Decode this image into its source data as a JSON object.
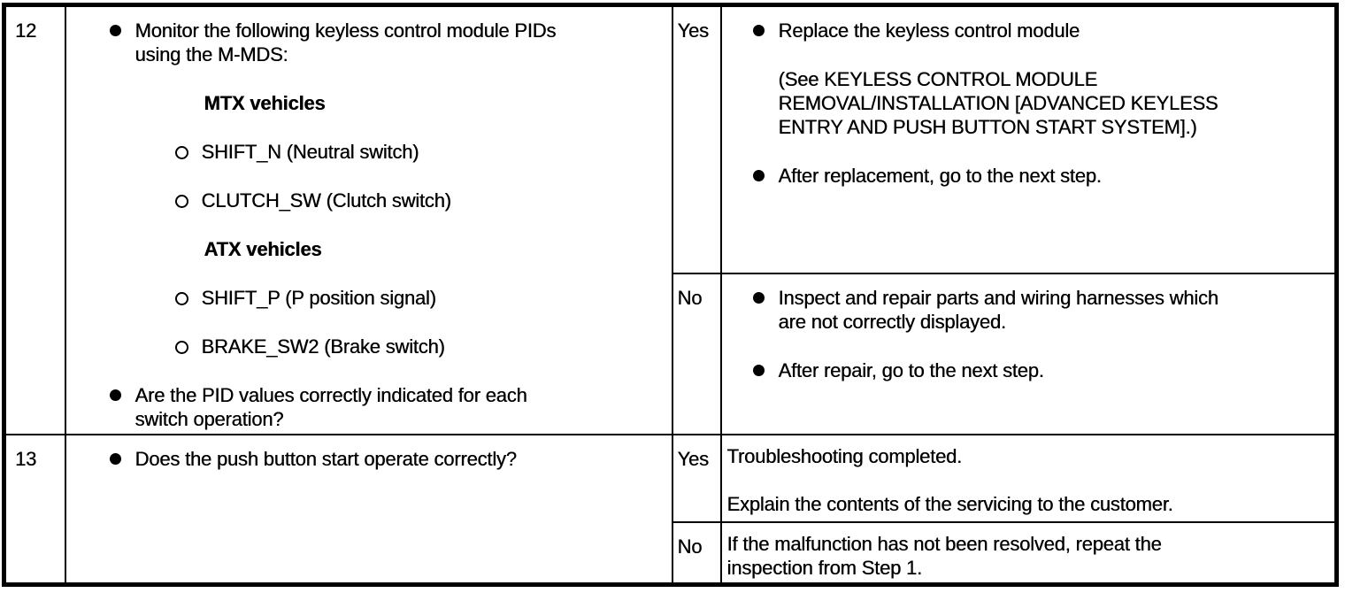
{
  "document": {
    "kind": "troubleshooting-table",
    "colors": {
      "border": "#000000",
      "text": "#000000",
      "background": "#ffffff"
    },
    "icons": {
      "bullet_icon": "filled-circle",
      "sub_bullet_icon": "open-circle"
    }
  },
  "table": {
    "rows": [
      {
        "step": "12",
        "inspection": {
          "items": [
            {
              "type": "bullet",
              "text": "Monitor the following keyless control module PIDs\nusing the M-MDS:"
            },
            {
              "type": "header",
              "text": "MTX vehicles"
            },
            {
              "type": "circle",
              "text": "SHIFT_N (Neutral switch)"
            },
            {
              "type": "circle",
              "text": "CLUTCH_SW (Clutch switch)"
            },
            {
              "type": "header",
              "text": "ATX vehicles"
            },
            {
              "type": "circle",
              "text": "SHIFT_P (P position signal)"
            },
            {
              "type": "circle",
              "text": "BRAKE_SW2 (Brake switch)"
            },
            {
              "type": "bullet",
              "text": "Are the PID values correctly indicated for each\nswitch operation?"
            }
          ]
        },
        "branches": [
          {
            "result": "Yes",
            "items": [
              {
                "type": "bullet",
                "text": "Replace the keyless control module"
              },
              {
                "type": "note",
                "text": "(See KEYLESS CONTROL MODULE\nREMOVAL/INSTALLATION [ADVANCED KEYLESS\nENTRY AND PUSH BUTTON START SYSTEM].)"
              },
              {
                "type": "bullet",
                "text": "After replacement, go to the next step."
              }
            ]
          },
          {
            "result": "No",
            "items": [
              {
                "type": "bullet",
                "text": "Inspect and repair parts and wiring harnesses which\nare not correctly displayed."
              },
              {
                "type": "bullet",
                "text": "After repair, go to the next step."
              }
            ]
          }
        ]
      },
      {
        "step": "13",
        "inspection": {
          "items": [
            {
              "type": "bullet",
              "text": "Does the push button start operate correctly?"
            }
          ]
        },
        "branches": [
          {
            "result": "Yes",
            "items": [
              {
                "type": "plain",
                "text": "Troubleshooting completed."
              },
              {
                "type": "plain",
                "text": "Explain the contents of the servicing to the customer."
              }
            ]
          },
          {
            "result": "No",
            "items": [
              {
                "type": "plain",
                "text": "If the malfunction has not been resolved, repeat the\ninspection from Step 1."
              }
            ]
          }
        ]
      }
    ]
  }
}
